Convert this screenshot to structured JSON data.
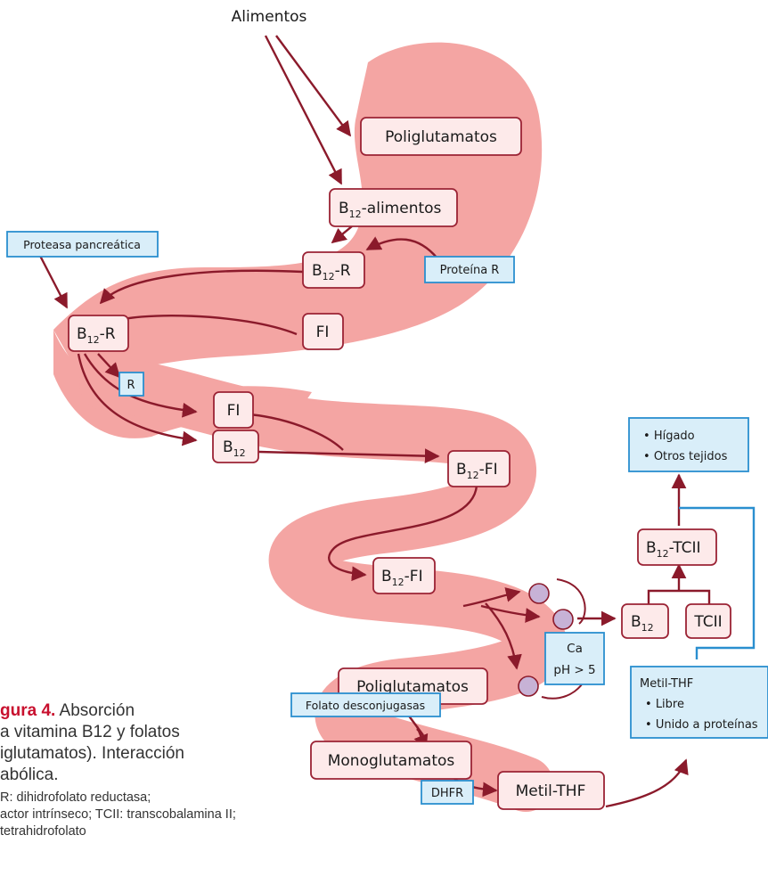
{
  "top_label": "Alimentos",
  "nodes": {
    "poliglutamatos_top": "Poliglutamatos",
    "b12_alimentos": "-alimentos",
    "b12_r_1": "-R",
    "fi_1": "FI",
    "b12_r_2": "-R",
    "fi_2": "FI",
    "b12_free_1": "",
    "b12_fi_1": "-FI",
    "b12_fi_2": "-FI",
    "poliglutamatos_bottom": "Poliglutamatos",
    "monoglutamatos": "Monoglutamatos",
    "metil_thf": "Metil-THF",
    "b12_tcii": "-TCII",
    "b12_free_2": "",
    "tcii": "TCII",
    "b12_prefix": "B",
    "b12_subscript": "12"
  },
  "enzymes": {
    "proteasa": "Proteasa pancreática",
    "proteina_r": "Proteína R",
    "r": "R",
    "folato_desconjugasas": "Folato desconjugasas",
    "dhfr": "DHFR"
  },
  "info_boxes": {
    "ca_ph": [
      "Ca",
      "pH > 5"
    ],
    "destinos": [
      "Hígado",
      "Otros tejidos"
    ],
    "metil_thf_forms": {
      "title": "Metil-THF",
      "items": [
        "Libre",
        "Unido a proteínas"
      ]
    }
  },
  "caption": {
    "title_bold": "gura 4.",
    "title_rest": " Absorción\na vitamina B12 y folatos\niglutamatos). Interacción\nabólica.",
    "notes": "R: dihidrofolato reductasa;\nactor intrínseco; TCII: transcobalamina II;\n tetrahidrofolato"
  },
  "colors": {
    "gut_fill": "#f4a5a3",
    "box_fill": "#fdeaea",
    "box_stroke": "#9b2335",
    "arrow": "#8b1a2b",
    "blue_fill": "#d9eef9",
    "blue_stroke": "#2a8fcf",
    "receptor_fill": "#c7b2d6",
    "caption_accent": "#c8102e"
  }
}
